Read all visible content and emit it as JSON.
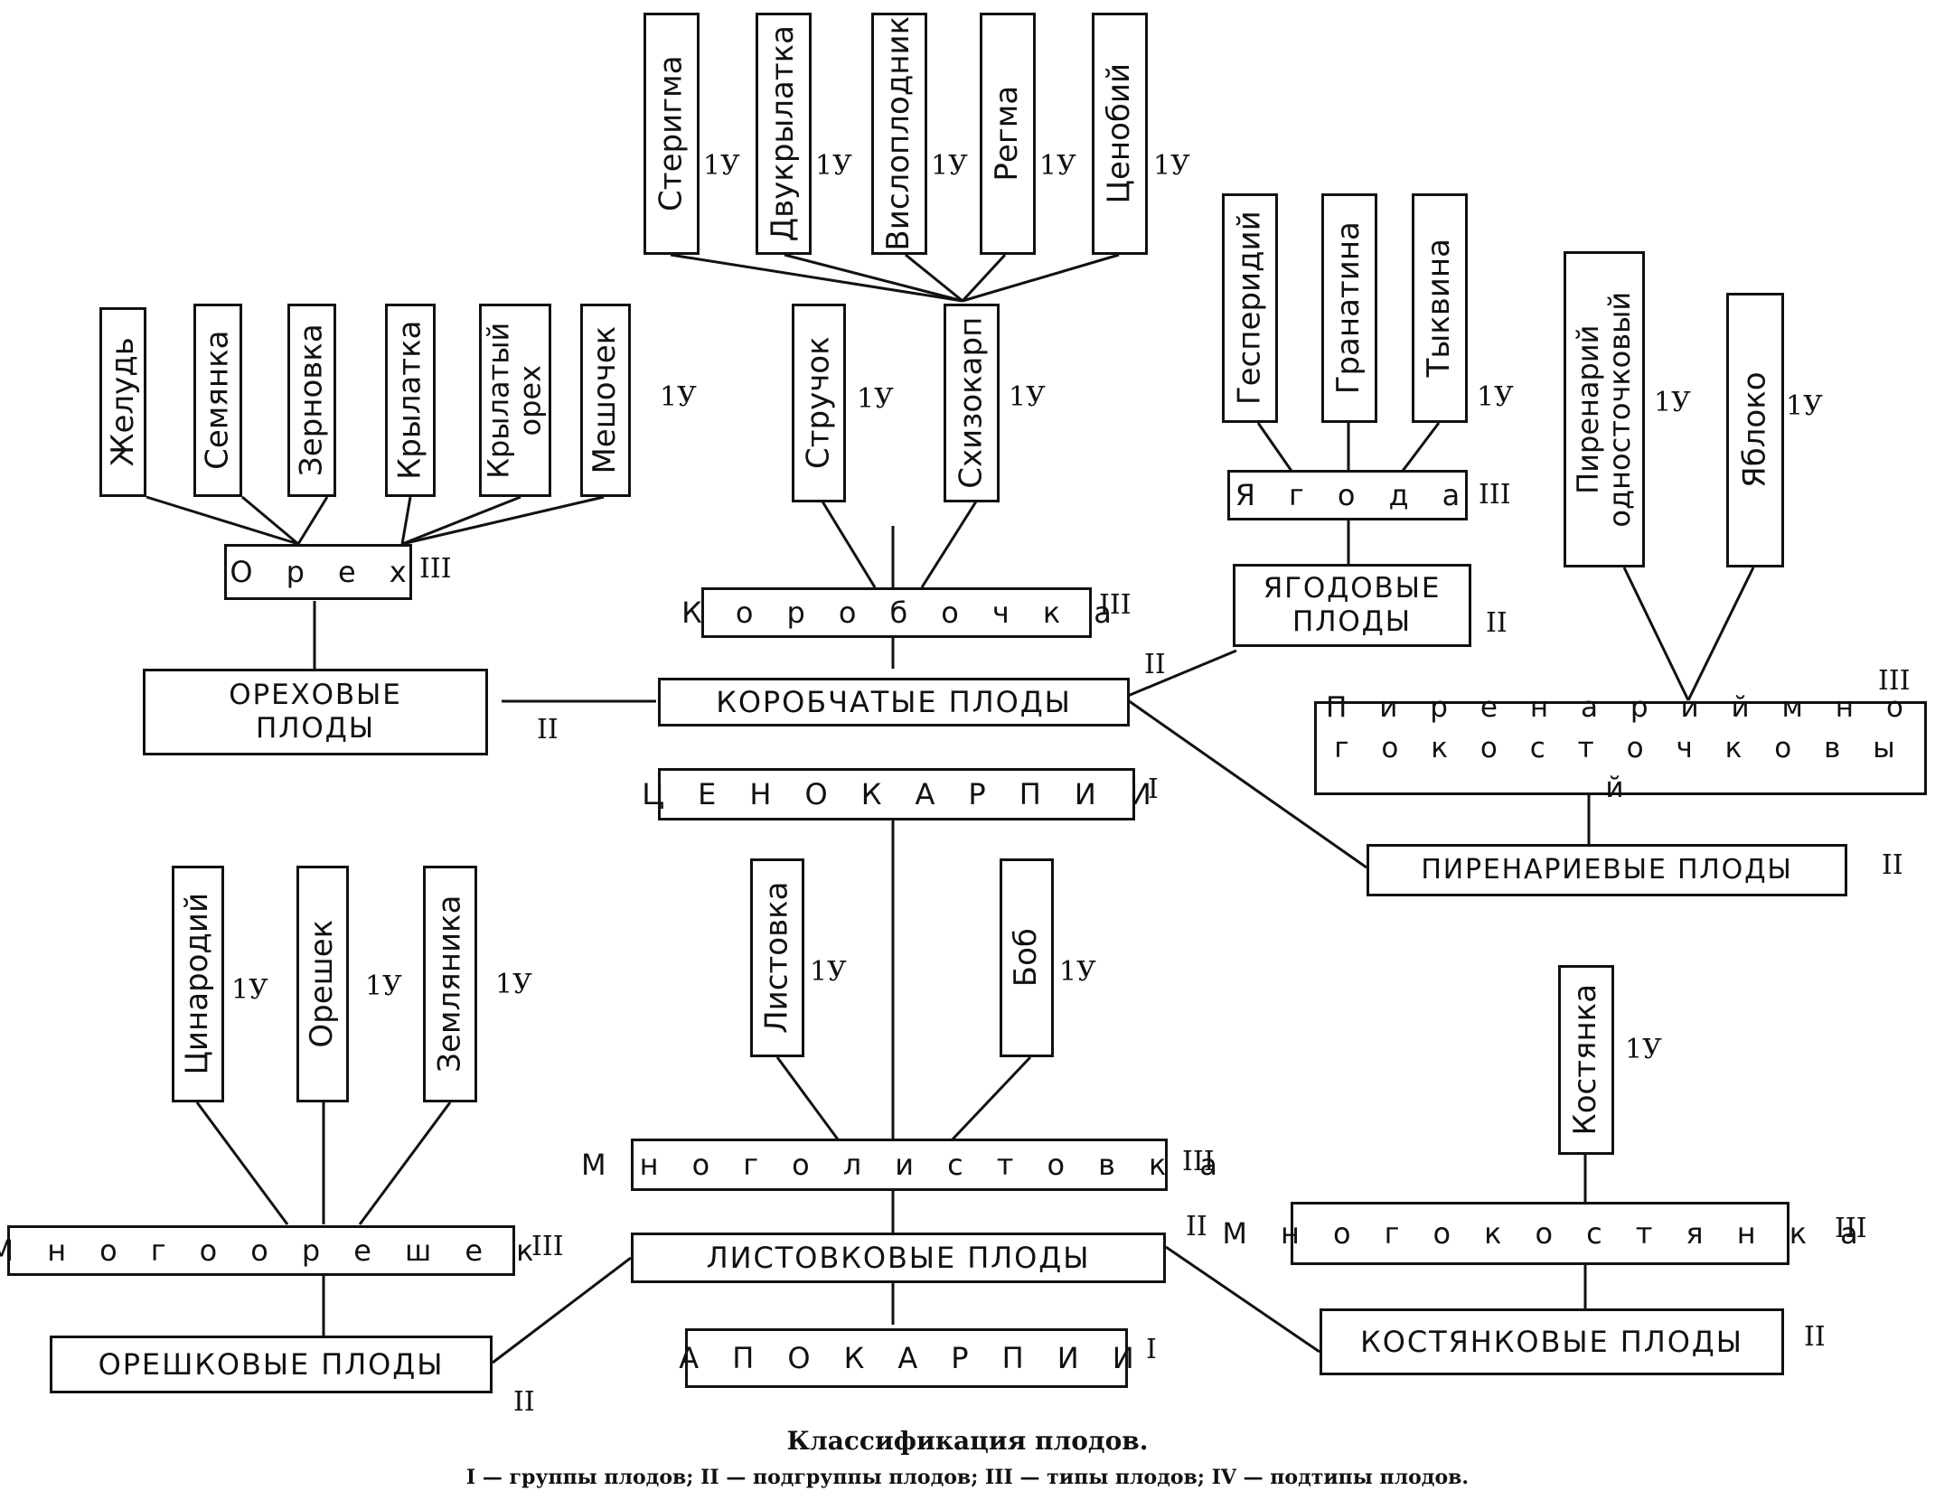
{
  "caption": {
    "title": "Классификация плодов.",
    "legend": "I — группы плодов; II — подгруппы плодов; III — типы плодов; IV — подтипы плодов."
  },
  "nodes": {
    "cenokarpii": "Ц Е Н О К А Р П И И",
    "apokarpii": "А П О К А Р П И И",
    "korobchatye": "КОРОБЧАТЫЕ ПЛОДЫ",
    "orehovye": "ОРЕХОВЫЕ ПЛОДЫ",
    "yagodovye": "ЯГОДОВЫЕ ПЛОДЫ",
    "pirenarievye": "ПИРЕНАРИЕВЫЕ ПЛОДЫ",
    "listovkovye": "ЛИСТОВКОВЫЕ ПЛОДЫ",
    "oreshkovye": "ОРЕШКОВЫЕ ПЛОДЫ",
    "kostyankovye": "КОСТЯНКОВЫЕ ПЛОДЫ",
    "oreh": "О р е х",
    "korobochka": "К о р о б о ч к а",
    "yagoda": "Я г о д а",
    "pirenariy_mnogo": "П и р е н а р и й м н о г о к о с т о ч к о в ы й",
    "mnogolistovka": "М н о г о л и с т о в к а",
    "mnogooreshek": "М н о г о о р е ш е к",
    "mnogokostyanka": "М н о г о к о с т я н к а",
    "zhelud": "Желудь",
    "semyanka": "Семянка",
    "zernovka": "Зерновка",
    "krylatka": "Крылатка",
    "krylatyy_oreh": "Крылатый орех",
    "meshochek": "Мешочек",
    "struchok": "Стручок",
    "shizokarp": "Схизокарп",
    "sterigma": "Стеригма",
    "dvukrylatka": "Двукрылатка",
    "vislooplodnik": "Вислоплодник",
    "regma": "Регма",
    "cenobiy": "Ценобий",
    "gesperidiy": "Гесперидий",
    "granatina": "Гранатина",
    "tykvina": "Тыквина",
    "pirenariy_odno": "Пиренарий односточковый",
    "yabloko": "Яблоко",
    "listovka": "Листовка",
    "bob": "Боб",
    "cinarodiy": "Цинародий",
    "oreshek": "Орешек",
    "zemlyanika": "Земляника",
    "kostyanka": "Костянка"
  },
  "level_marks": {
    "group": "I",
    "subgroup": "II",
    "type": "III",
    "subtype": "1У"
  }
}
